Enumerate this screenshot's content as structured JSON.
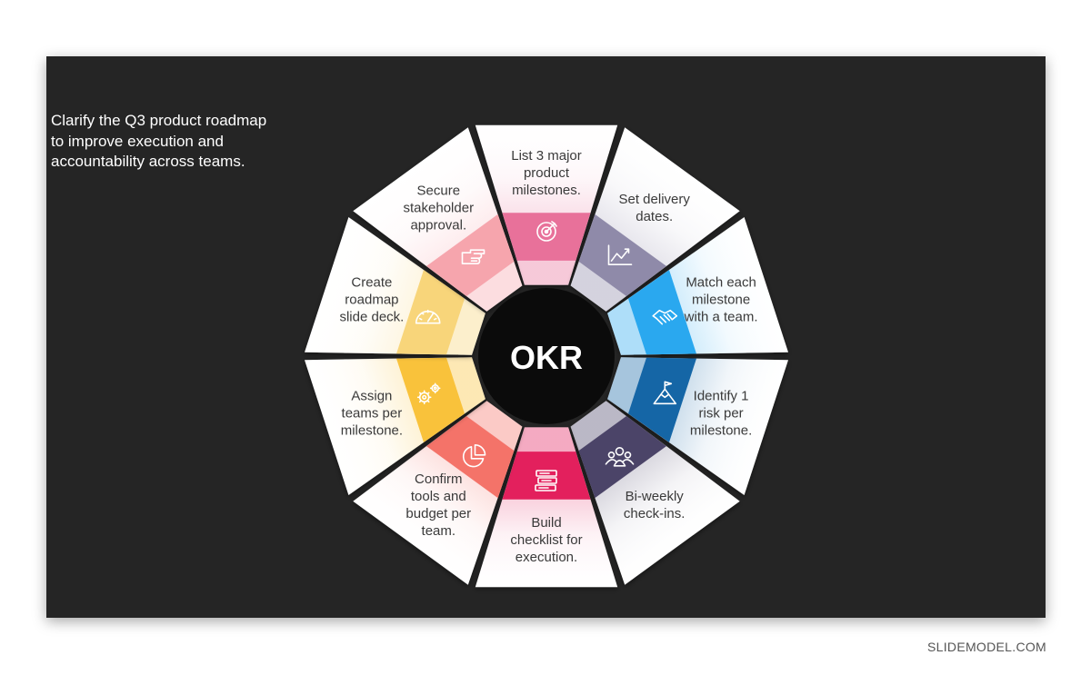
{
  "objective": "Clarify the Q3 product roadmap to improve execution and accountability across teams.",
  "center_label": "OKR",
  "watermark": "SLIDEMODEL.COM",
  "segments": [
    {
      "lines": [
        "List 3 major",
        "product",
        "milestones."
      ],
      "color": "#e8719a",
      "icon": "target-icon"
    },
    {
      "lines": [
        "Set delivery",
        "dates."
      ],
      "color": "#8f8aa9",
      "icon": "line-chart-icon"
    },
    {
      "lines": [
        "Match each",
        "milestone",
        "with a team."
      ],
      "color": "#2aa8ef",
      "icon": "handshake-icon"
    },
    {
      "lines": [
        "Identify 1",
        "risk per",
        "milestone."
      ],
      "color": "#1566a6",
      "icon": "mountain-flag-icon"
    },
    {
      "lines": [
        "Bi-weekly",
        "check-ins."
      ],
      "color": "#4b4468",
      "icon": "team-icon"
    },
    {
      "lines": [
        "Build",
        "checklist for",
        "execution."
      ],
      "color": "#e3205d",
      "icon": "books-icon"
    },
    {
      "lines": [
        "Confirm",
        "tools and",
        "budget per",
        "team."
      ],
      "color": "#f47369",
      "icon": "pie-chart-icon"
    },
    {
      "lines": [
        "Assign",
        "teams per",
        "milestone."
      ],
      "color": "#f9c23b",
      "icon": "gears-icon"
    },
    {
      "lines": [
        "Create",
        "roadmap",
        "slide deck."
      ],
      "color": "#f8d57a",
      "icon": "gauge-icon"
    },
    {
      "lines": [
        "Secure",
        "stakeholder",
        "approval."
      ],
      "color": "#f6a5ad",
      "icon": "pointing-hand-icon"
    }
  ]
}
